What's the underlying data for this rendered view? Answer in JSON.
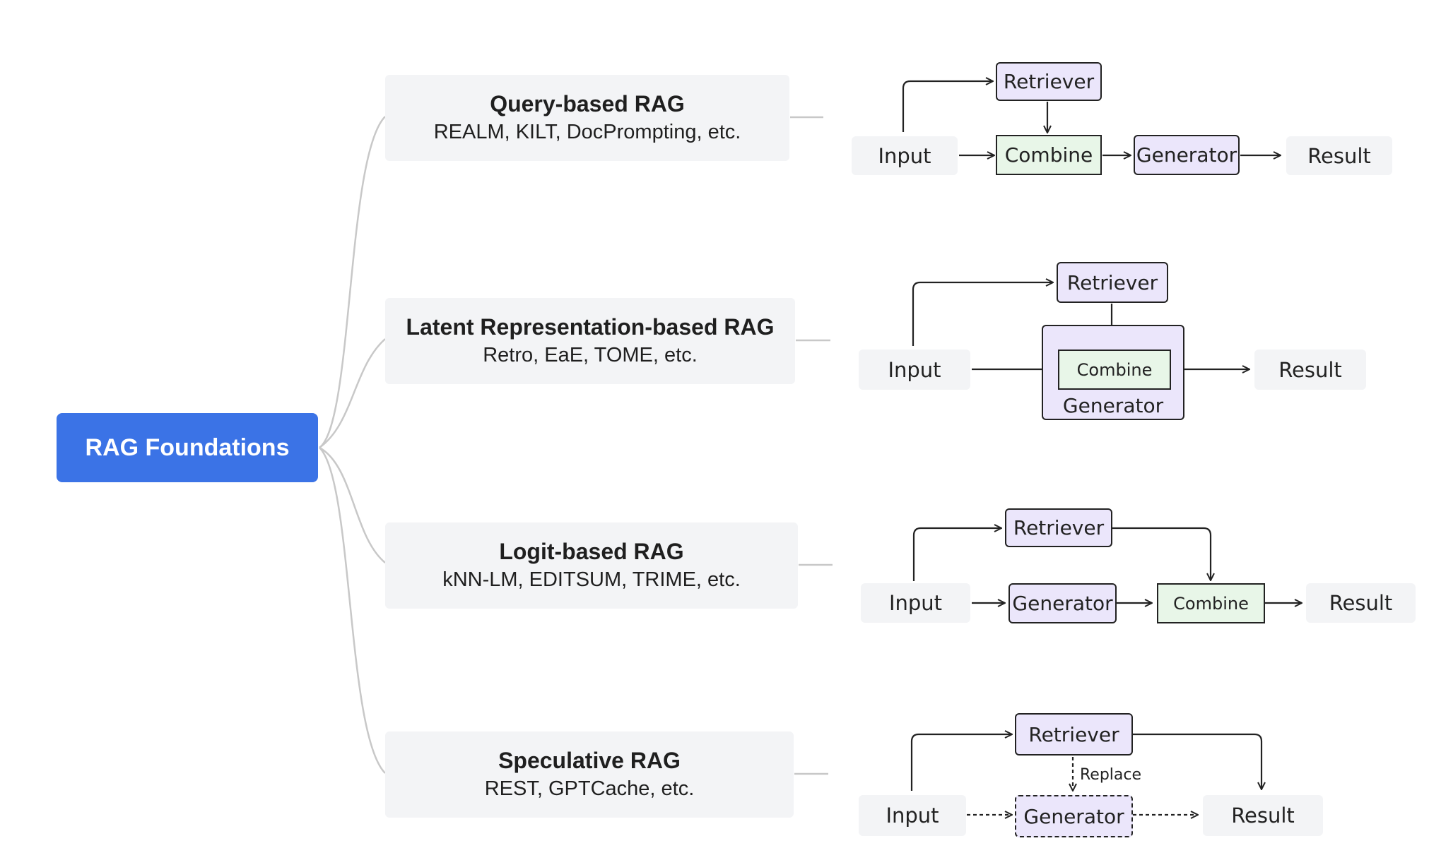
{
  "root": {
    "label": "RAG Foundations"
  },
  "categories": [
    {
      "title": "Query-based RAG",
      "examples": "REALM, KILT, DocPrompting, etc."
    },
    {
      "title": "Latent Representation-based RAG",
      "examples": "Retro, EaE, TOME, etc."
    },
    {
      "title": "Logit-based RAG",
      "examples": "kNN-LM, EDITSUM, TRIME, etc."
    },
    {
      "title": "Speculative RAG",
      "examples": "REST, GPTCache, etc."
    }
  ],
  "flows": {
    "query": {
      "input": "Input",
      "retriever": "Retriever",
      "combine": "Combine",
      "generator": "Generator",
      "result": "Result"
    },
    "latent": {
      "input": "Input",
      "retriever": "Retriever",
      "combine": "Combine",
      "generator": "Generator",
      "result": "Result"
    },
    "logit": {
      "input": "Input",
      "retriever": "Retriever",
      "generator": "Generator",
      "combine": "Combine",
      "result": "Result"
    },
    "speculative": {
      "input": "Input",
      "retriever": "Retriever",
      "replace": "Replace",
      "generator": "Generator",
      "result": "Result"
    }
  },
  "colors": {
    "root": "#3b73e6",
    "category_bg": "#f3f4f6",
    "retriever_generator_fill": "#ebe6fb",
    "combine_fill": "#e8f6e8",
    "connector": "#c8c8c8",
    "arrow": "#222222"
  }
}
